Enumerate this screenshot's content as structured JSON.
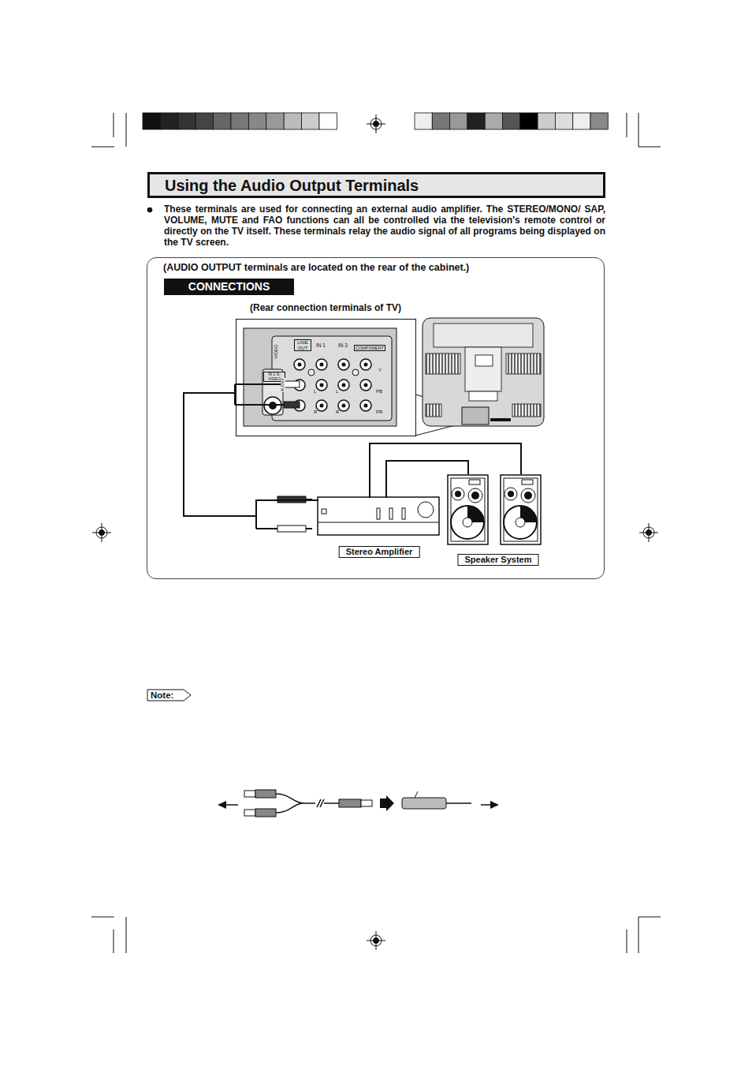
{
  "diagram": {
    "title": "Using the Audio Output Terminals",
    "nodes": [
      {
        "text": [
          "(AUDIO OUTPUT terminals are located on the rear of the cabinet.)"
        ]
      },
      {
        "text": [
          "CONNECTIONS"
        ],
        "in": 0
      },
      {
        "text": [
          "(Rear connection terminals of TV)"
        ],
        "in": 0
      },
      {
        "text": [
          "Stereo Amplifier"
        ],
        "in": 0
      },
      {
        "text": [
          "Speaker System"
        ],
        "in": 0
      }
    ],
    "edges": [
      {
        "from": 2,
        "to": 3,
        "arrow": "none"
      },
      {
        "from": 3,
        "to": 4,
        "arrow": "none"
      },
      {
        "from": 3,
        "to": 4,
        "arrow": "none"
      }
    ],
    "labels": [
      "These terminals are used for connecting an external audio amplifier. The STEREO/MONO/ SAP, VOLUME, MUTE and FAO functions can all be controlled via the television’s remote control or directly on the TV itself. These terminals relay the audio signal of all programs being displayed on the TV screen.",
      "LINE OUT",
      "IN 1",
      "IN 3",
      "COMPONENT",
      "VIDEO",
      "IN 1 S-VIDEO",
      "AUDIO",
      "L",
      "R",
      "L",
      "R",
      "Y",
      "PB",
      "PR",
      "Note:"
    ]
  }
}
